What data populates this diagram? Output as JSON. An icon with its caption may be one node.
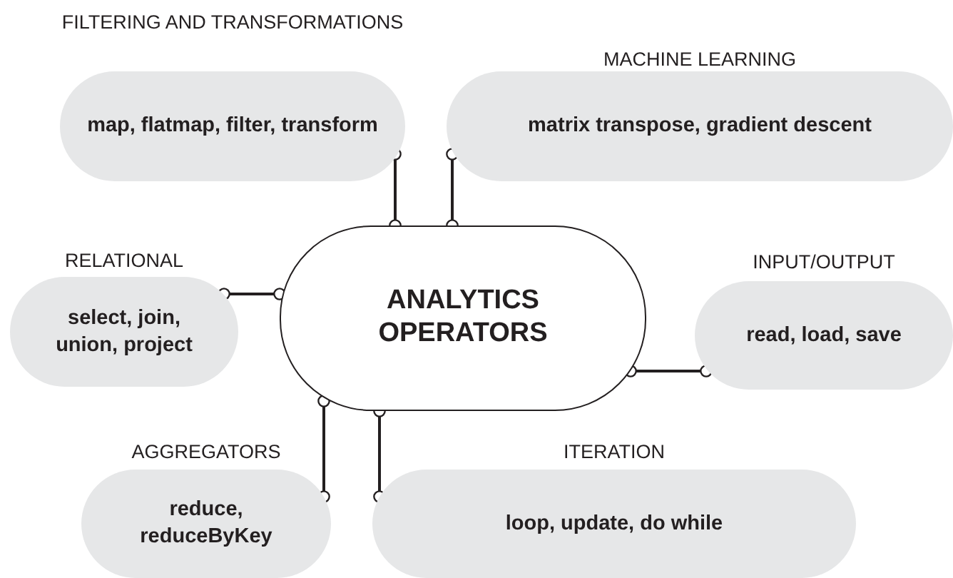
{
  "diagram": {
    "nodes": [
      {
        "text": [
          "ANALYTICS OPERATORS"
        ]
      },
      {
        "text": [
          "FILTERING AND TRANSFORMATIONS",
          "map, flatmap, filter, transform"
        ]
      },
      {
        "text": [
          "MACHINE LEARNING",
          "matrix transpose, gradient descent"
        ]
      },
      {
        "text": [
          "RELATIONAL",
          "select, join, union, project"
        ]
      },
      {
        "text": [
          "INPUT/OUTPUT",
          "read, load, save"
        ]
      },
      {
        "text": [
          "AGGREGATORS",
          "reduce, reduceByKey"
        ]
      },
      {
        "text": [
          "ITERATION",
          "loop, update, do while"
        ]
      }
    ],
    "edges": [
      {
        "from": 0,
        "to": 1,
        "arrow": "other"
      },
      {
        "from": 0,
        "to": 2,
        "arrow": "other"
      },
      {
        "from": 0,
        "to": 3,
        "arrow": "other"
      },
      {
        "from": 0,
        "to": 4,
        "arrow": "other"
      },
      {
        "from": 0,
        "to": 5,
        "arrow": "other"
      },
      {
        "from": 0,
        "to": 6,
        "arrow": "other"
      }
    ]
  }
}
